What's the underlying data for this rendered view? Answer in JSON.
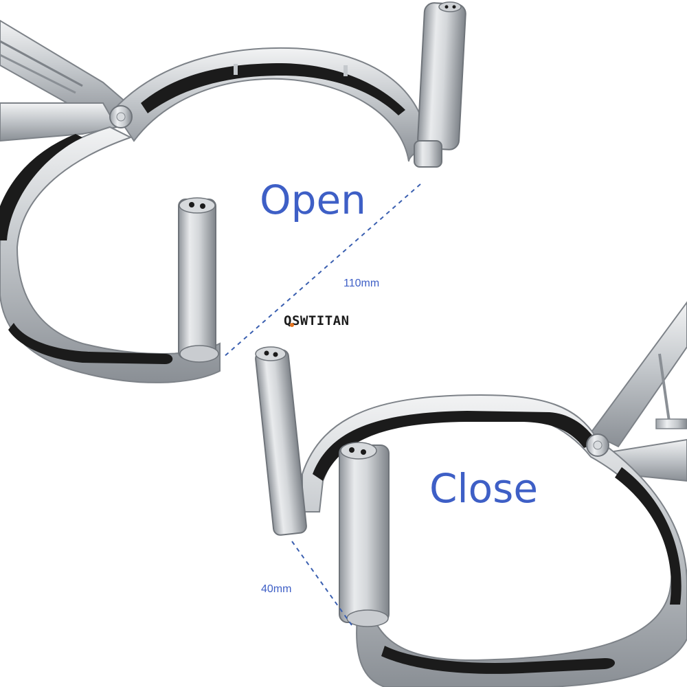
{
  "labels": {
    "open": "Open",
    "close": "Close",
    "open_dimension": "110mm",
    "close_dimension": "40mm"
  },
  "brand": {
    "first_letter": "Q",
    "rest": "SWTITAN"
  },
  "colors": {
    "label_blue": "#3e5fc6",
    "dimension_blue": "#3e5fc6",
    "dashed_line": "#3a5fb0",
    "brand_text": "#1c1c1c",
    "brand_accent": "#e6731e",
    "metal_light": "#e4e6e8",
    "metal_mid": "#b9bdc2",
    "metal_dark": "#7d8288",
    "slot_black": "#1b1b1b"
  }
}
